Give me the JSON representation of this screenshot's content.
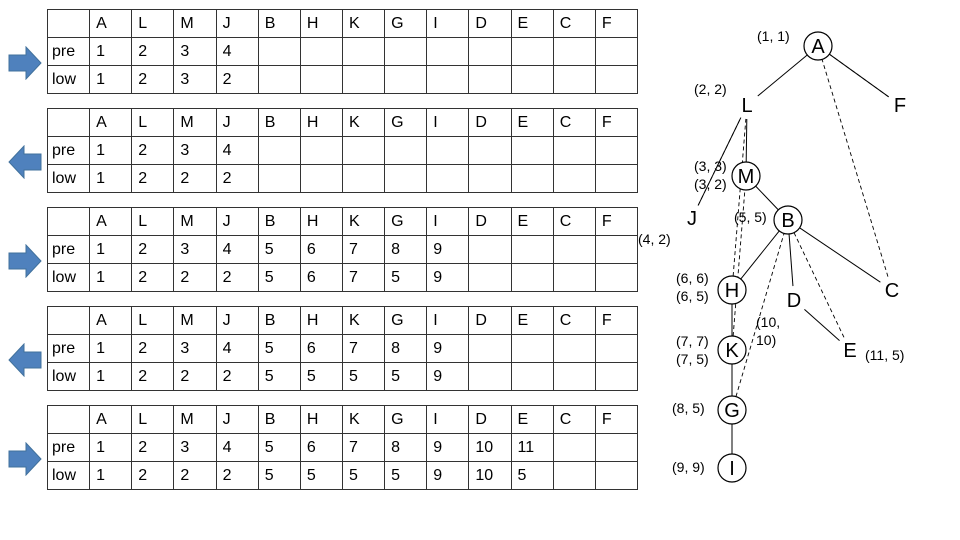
{
  "headers": [
    "A",
    "L",
    "M",
    "J",
    "B",
    "H",
    "K",
    "G",
    "I",
    "D",
    "E",
    "C",
    "F"
  ],
  "row_labels": {
    "pre": "pre",
    "low": "low"
  },
  "arrow_color": "#4f81bd",
  "steps": [
    {
      "direction": "right",
      "pre": [
        "1",
        "2",
        "3",
        "4",
        "",
        "",
        "",
        "",
        "",
        "",
        "",
        "",
        ""
      ],
      "low": [
        "1",
        "2",
        "3",
        "2",
        "",
        "",
        "",
        "",
        "",
        "",
        "",
        "",
        ""
      ]
    },
    {
      "direction": "left",
      "pre": [
        "1",
        "2",
        "3",
        "4",
        "",
        "",
        "",
        "",
        "",
        "",
        "",
        "",
        ""
      ],
      "low": [
        "1",
        "2",
        "2",
        "2",
        "",
        "",
        "",
        "",
        "",
        "",
        "",
        "",
        ""
      ]
    },
    {
      "direction": "right",
      "pre": [
        "1",
        "2",
        "3",
        "4",
        "5",
        "6",
        "7",
        "8",
        "9",
        "",
        "",
        "",
        ""
      ],
      "low": [
        "1",
        "2",
        "2",
        "2",
        "5",
        "6",
        "7",
        "5",
        "9",
        "",
        "",
        "",
        ""
      ]
    },
    {
      "direction": "left",
      "pre": [
        "1",
        "2",
        "3",
        "4",
        "5",
        "6",
        "7",
        "8",
        "9",
        "",
        "",
        "",
        ""
      ],
      "low": [
        "1",
        "2",
        "2",
        "2",
        "5",
        "5",
        "5",
        "5",
        "9",
        "",
        "",
        "",
        ""
      ]
    },
    {
      "direction": "right",
      "pre": [
        "1",
        "2",
        "3",
        "4",
        "5",
        "6",
        "7",
        "8",
        "9",
        "10",
        "11",
        "",
        ""
      ],
      "low": [
        "1",
        "2",
        "2",
        "2",
        "5",
        "5",
        "5",
        "5",
        "9",
        "10",
        "5",
        "",
        ""
      ]
    }
  ],
  "tree": {
    "nodes": [
      {
        "id": "A",
        "label": "A",
        "circle": true,
        "annotation": "(1, 1)"
      },
      {
        "id": "L",
        "label": "L",
        "circle": false,
        "annotation": "(2, 2)"
      },
      {
        "id": "F",
        "label": "F",
        "circle": false,
        "annotation": ""
      },
      {
        "id": "M",
        "label": "M",
        "circle": true,
        "annotation": "(3, 3)\n(3, 2)"
      },
      {
        "id": "J",
        "label": "J",
        "circle": false,
        "annotation": "(4, 2)"
      },
      {
        "id": "B",
        "label": "B",
        "circle": true,
        "annotation": "(5, 5)"
      },
      {
        "id": "H",
        "label": "H",
        "circle": true,
        "annotation": "(6, 6)\n(6, 5)"
      },
      {
        "id": "D",
        "label": "D",
        "circle": false,
        "annotation": "(10,\n10)"
      },
      {
        "id": "C",
        "label": "C",
        "circle": false,
        "annotation": ""
      },
      {
        "id": "E",
        "label": "E",
        "circle": false,
        "annotation": "(11, 5)"
      },
      {
        "id": "K",
        "label": "K",
        "circle": true,
        "annotation": "(7, 7)\n(7, 5)"
      },
      {
        "id": "G",
        "label": "G",
        "circle": true,
        "annotation": "(8, 5)"
      },
      {
        "id": "I",
        "label": "I",
        "circle": true,
        "annotation": "(9, 9)"
      }
    ],
    "tree_edges": [
      [
        "A",
        "L"
      ],
      [
        "A",
        "F"
      ],
      [
        "L",
        "M"
      ],
      [
        "L",
        "J"
      ],
      [
        "M",
        "B"
      ],
      [
        "B",
        "H"
      ],
      [
        "B",
        "D"
      ],
      [
        "B",
        "C"
      ],
      [
        "D",
        "E"
      ],
      [
        "H",
        "K"
      ],
      [
        "K",
        "G"
      ],
      [
        "G",
        "I"
      ]
    ],
    "back_edges": [
      [
        "F",
        "A"
      ],
      [
        "J",
        "L"
      ],
      [
        "C",
        "A"
      ],
      [
        "E",
        "B"
      ],
      [
        "K",
        "M"
      ],
      [
        "G",
        "B"
      ],
      [
        "H",
        "L"
      ]
    ]
  }
}
